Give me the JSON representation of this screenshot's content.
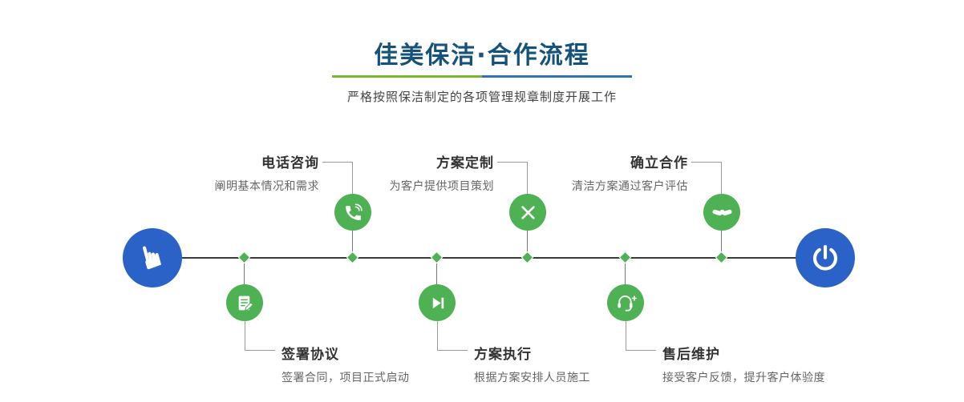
{
  "header": {
    "title": "佳美保洁·合作流程",
    "subtitle": "严格按照保洁制定的各项管理规章制度开展工作"
  },
  "colors": {
    "title": "#15527c",
    "divider_green": "#7ab82d",
    "divider_blue": "#2e74b5",
    "node_green": "#4eb254",
    "endpoint_blue": "#2a62c8",
    "timeline_line": "#3a3a3a",
    "step_title": "#333333",
    "step_desc": "#666666"
  },
  "timeline": {
    "start": {
      "icon": "pointing-hand-icon",
      "glyph": "☛"
    },
    "end": {
      "icon": "power-icon"
    },
    "steps_top": [
      {
        "title": "电话咨询",
        "desc": "阐明基本情况和需求",
        "icon": "phone-icon"
      },
      {
        "title": "方案定制",
        "desc": "为客户提供项目策划",
        "icon": "design-tools-icon"
      },
      {
        "title": "确立合作",
        "desc": "清洁方案通过客户评估",
        "icon": "handshake-icon"
      }
    ],
    "steps_bottom": [
      {
        "title": "签署协议",
        "desc": "签署合同，项目正式启动",
        "icon": "document-sign-icon"
      },
      {
        "title": "方案执行",
        "desc": "根据方案安排人员施工",
        "icon": "play-icon"
      },
      {
        "title": "售后维护",
        "desc": "接受客户反馈，提升客户体验度",
        "icon": "headset-support-icon"
      }
    ]
  }
}
